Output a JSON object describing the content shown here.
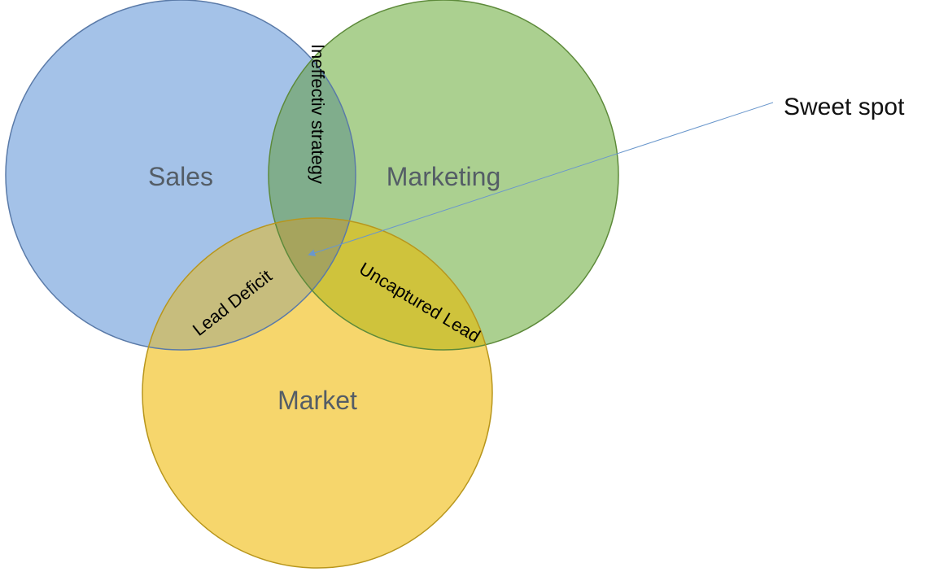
{
  "diagram": {
    "type": "venn",
    "sets": {
      "sales": {
        "label": "Sales",
        "fill": "#a4c2e8",
        "stroke": "#5a7aa8"
      },
      "marketing": {
        "label": "Marketing",
        "fill": "#abd090",
        "stroke": "#5d8a3a"
      },
      "market": {
        "label": "Market",
        "fill": "#f6d66c",
        "stroke": "#b8961c"
      }
    },
    "overlaps": {
      "sales_marketing": {
        "label": "Ineffectiv strategy",
        "fill": "#80ad8c"
      },
      "sales_market": {
        "label": "Lead Deficit",
        "fill": "#c7bd7d"
      },
      "marketing_market": {
        "label": "Uncaptured Lead",
        "fill": "#cfc33c"
      },
      "all": {
        "fill": "#a6a45d"
      }
    },
    "callout": {
      "label": "Sweet spot",
      "arrow_color": "#6a97cc"
    }
  }
}
